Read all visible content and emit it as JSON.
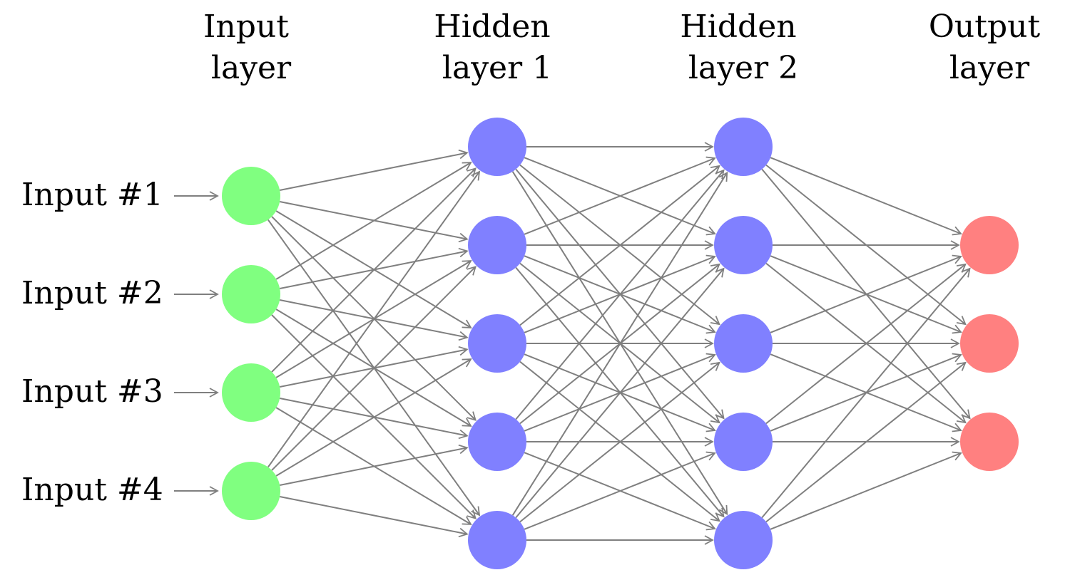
{
  "layer_titles": [
    [
      "Input",
      "layer"
    ],
    [
      "Hidden",
      "layer 1"
    ],
    [
      "Hidden",
      "layer 2"
    ],
    [
      "Output",
      "layer"
    ]
  ],
  "input_labels": [
    "Input #1",
    "Input #2",
    "Input #3",
    "Input #4"
  ],
  "layers": [
    {
      "name": "input",
      "node_count": 4,
      "color": "#80ff80"
    },
    {
      "name": "hidden-1",
      "node_count": 5,
      "color": "#8080ff"
    },
    {
      "name": "hidden-2",
      "node_count": 5,
      "color": "#8080ff"
    },
    {
      "name": "output",
      "node_count": 3,
      "color": "#ff8080"
    }
  ],
  "connectivity": "fully-connected",
  "edge_color": "#7f7f7f"
}
